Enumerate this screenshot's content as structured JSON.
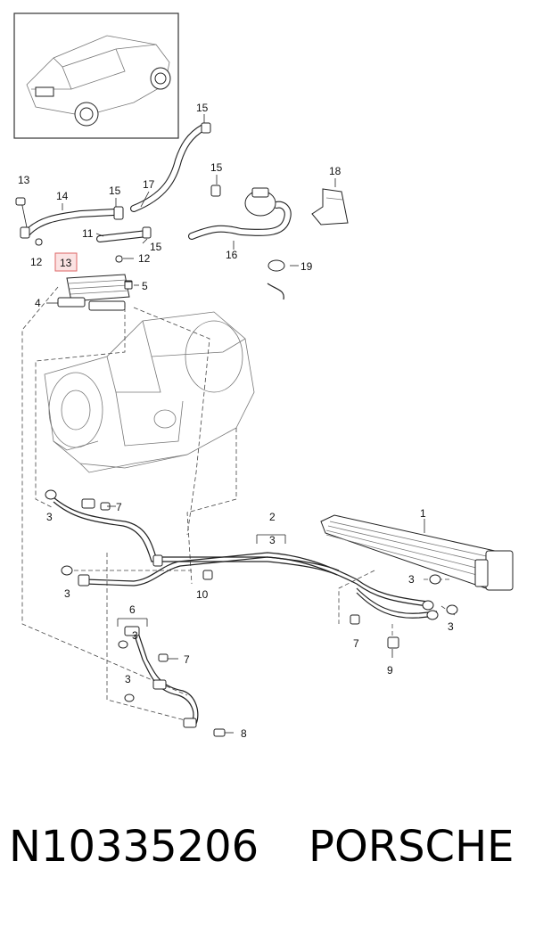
{
  "callouts": {
    "c1": "1",
    "c2": "2",
    "c3": "3",
    "c4": "4",
    "c5": "5",
    "c6": "6",
    "c7": "7",
    "c8": "8",
    "c9": "9",
    "c10": "10",
    "c11": "11",
    "c12": "12",
    "c13": "13",
    "c14": "14",
    "c15": "15",
    "c16": "16",
    "c17": "17",
    "c18": "18",
    "c19": "19"
  },
  "highlighted_part": "13",
  "footer": {
    "part_number": "N10335206",
    "brand": "PORSCHE"
  },
  "colors": {
    "line": "#222222",
    "highlight_fill": "#fbe3e3",
    "highlight_border": "#dd6666"
  }
}
